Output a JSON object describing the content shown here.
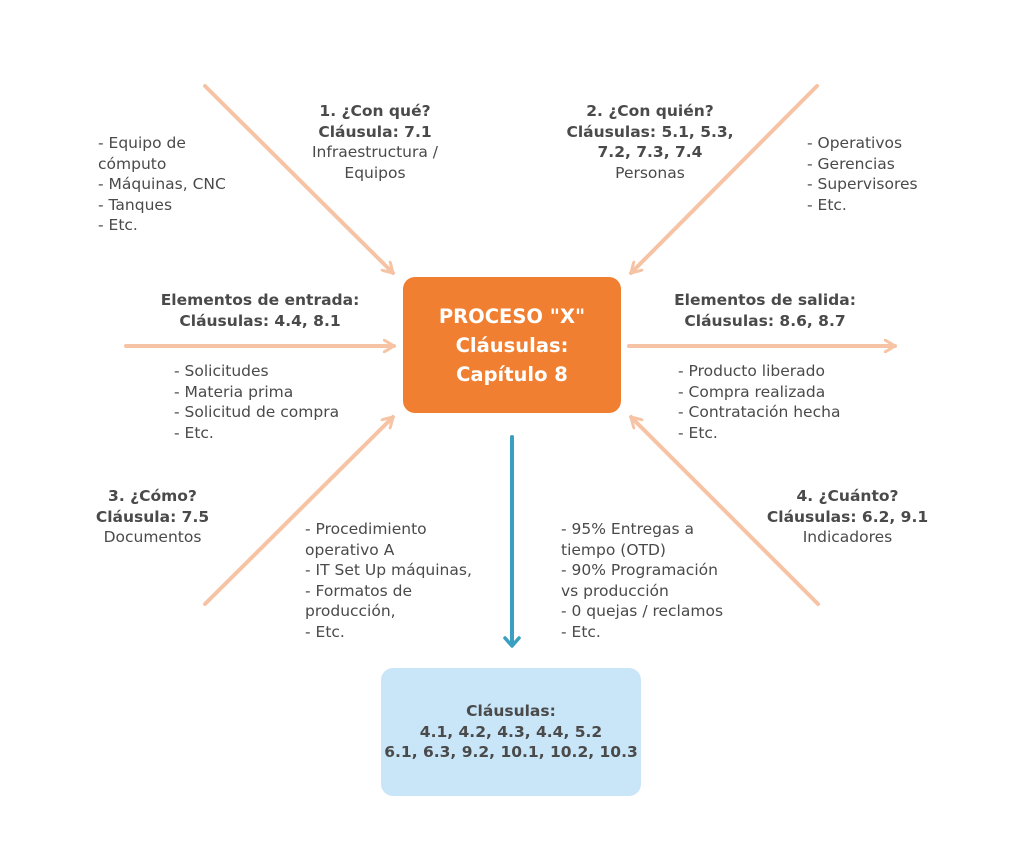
{
  "process": {
    "lines": [
      "PROCESO \"X\"",
      "Cláusulas:",
      "Capítulo 8"
    ]
  },
  "top_left": {
    "heading": [
      "1. ¿Con qué?",
      "Cláusula: 7.1"
    ],
    "text": [
      "Infraestructura /",
      "Equipos"
    ],
    "items": [
      "- Equipo de",
      "cómputo",
      "- Máquinas, CNC",
      "- Tanques",
      "- Etc."
    ]
  },
  "top_right": {
    "heading": [
      "2. ¿Con quién?",
      "Cláusulas: 5.1, 5.3,",
      "7.2, 7.3, 7.4"
    ],
    "text": [
      "Personas"
    ],
    "items": [
      "- Operativos",
      "- Gerencias",
      "- Supervisores",
      "- Etc."
    ]
  },
  "left": {
    "heading": [
      "Elementos de entrada:",
      "Cláusulas: 4.4, 8.1"
    ],
    "items": [
      "- Solicitudes",
      "- Materia prima",
      "- Solicitud de compra",
      "- Etc."
    ]
  },
  "right": {
    "heading": [
      "Elementos de salida:",
      "Cláusulas: 8.6, 8.7"
    ],
    "items": [
      "- Producto liberado",
      "- Compra realizada",
      "- Contratación hecha",
      "- Etc."
    ]
  },
  "bottom_left": {
    "heading": [
      "3. ¿Cómo?",
      "Cláusula: 7.5"
    ],
    "text": [
      "Documentos"
    ],
    "items": [
      "- Procedimiento",
      "operativo A",
      "- IT Set Up máquinas,",
      "- Formatos de",
      "producción,",
      "- Etc."
    ]
  },
  "bottom_right": {
    "heading": [
      "4. ¿Cuánto?",
      "Cláusulas: 6.2, 9.1"
    ],
    "text": [
      "Indicadores"
    ],
    "items": [
      "- 95% Entregas a",
      "tiempo (OTD)",
      "- 90% Programación",
      "vs producción",
      "- 0 quejas / reclamos",
      "- Etc."
    ]
  },
  "bottom_box": {
    "lines": [
      "Cláusulas:",
      "4.1, 4.2, 4.3, 4.4, 5.2",
      "6.1, 6.3, 9.2, 10.1, 10.2, 10.3"
    ]
  },
  "colors": {
    "orange": "#f07f31",
    "arrow": "#f6c3a4",
    "blue_arrow": "#3a9fc0",
    "light_blue": "#c9e5f8",
    "text": "#4a4a4a"
  }
}
